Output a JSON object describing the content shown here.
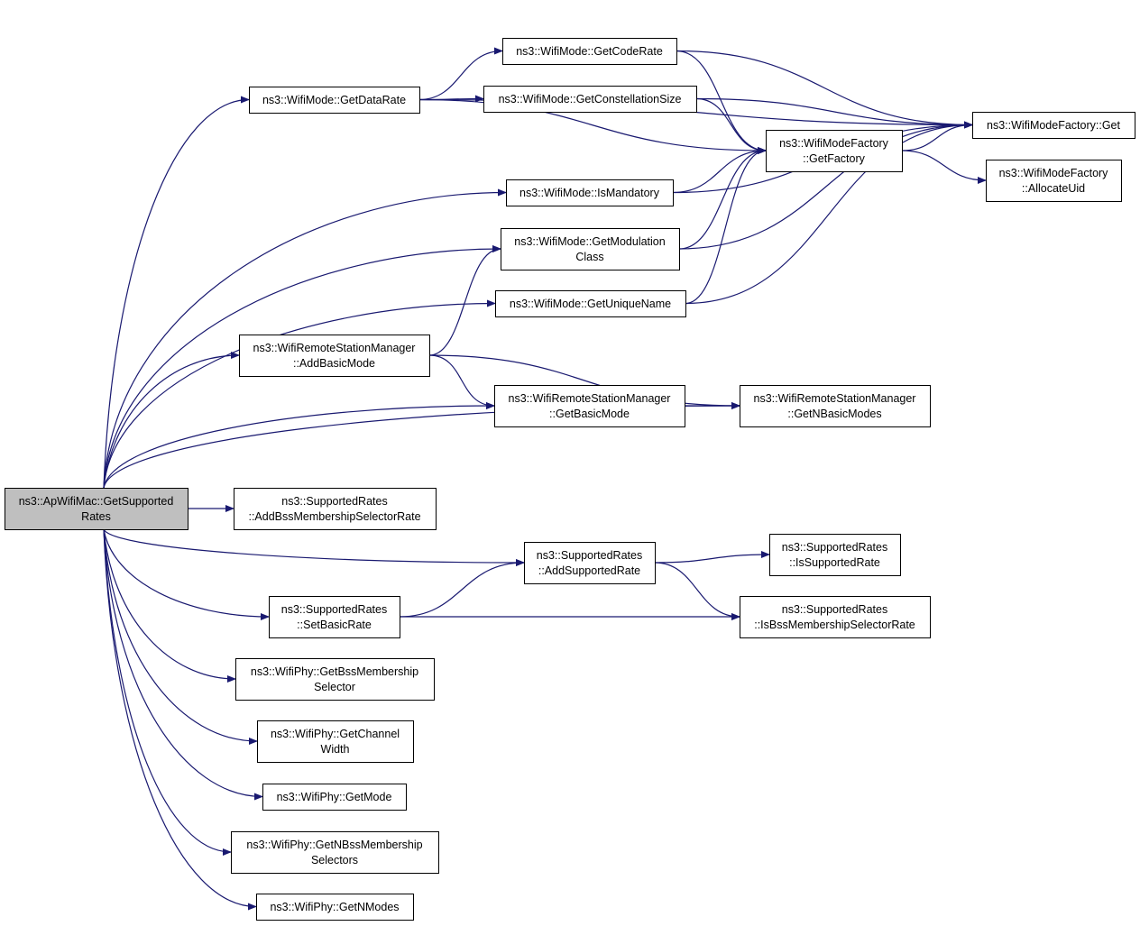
{
  "diagram": {
    "nodes": [
      {
        "id": "root",
        "lines": [
          "ns3::ApWifiMac::GetSupported",
          "Rates"
        ],
        "root": true
      },
      {
        "id": "getDataRate",
        "lines": [
          "ns3::WifiMode::GetDataRate"
        ]
      },
      {
        "id": "getCodeRate",
        "lines": [
          "ns3::WifiMode::GetCodeRate"
        ]
      },
      {
        "id": "getConstellationSize",
        "lines": [
          "ns3::WifiMode::GetConstellationSize"
        ]
      },
      {
        "id": "factoryGet",
        "lines": [
          "ns3::WifiModeFactory::Get"
        ]
      },
      {
        "id": "getFactory",
        "lines": [
          "ns3::WifiModeFactory",
          "::GetFactory"
        ]
      },
      {
        "id": "allocateUid",
        "lines": [
          "ns3::WifiModeFactory",
          "::AllocateUid"
        ]
      },
      {
        "id": "isMandatory",
        "lines": [
          "ns3::WifiMode::IsMandatory"
        ]
      },
      {
        "id": "getModulationClass",
        "lines": [
          "ns3::WifiMode::GetModulation",
          "Class"
        ]
      },
      {
        "id": "getUniqueName",
        "lines": [
          "ns3::WifiMode::GetUniqueName"
        ]
      },
      {
        "id": "addBasicMode",
        "lines": [
          "ns3::WifiRemoteStationManager",
          "::AddBasicMode"
        ]
      },
      {
        "id": "getBasicMode",
        "lines": [
          "ns3::WifiRemoteStationManager",
          "::GetBasicMode"
        ]
      },
      {
        "id": "getNBasicModes",
        "lines": [
          "ns3::WifiRemoteStationManager",
          "::GetNBasicModes"
        ]
      },
      {
        "id": "addBssSelector",
        "lines": [
          "ns3::SupportedRates",
          "::AddBssMembershipSelectorRate"
        ]
      },
      {
        "id": "addSupportedRate",
        "lines": [
          "ns3::SupportedRates",
          "::AddSupportedRate"
        ]
      },
      {
        "id": "isSupportedRate",
        "lines": [
          "ns3::SupportedRates",
          "::IsSupportedRate"
        ]
      },
      {
        "id": "setBasicRate",
        "lines": [
          "ns3::SupportedRates",
          "::SetBasicRate"
        ]
      },
      {
        "id": "isBssSelectorRate",
        "lines": [
          "ns3::SupportedRates",
          "::IsBssMembershipSelectorRate"
        ]
      },
      {
        "id": "getBssSelector",
        "lines": [
          "ns3::WifiPhy::GetBssMembership",
          "Selector"
        ]
      },
      {
        "id": "getChannelWidth",
        "lines": [
          "ns3::WifiPhy::GetChannel",
          "Width"
        ]
      },
      {
        "id": "getMode",
        "lines": [
          "ns3::WifiPhy::GetMode"
        ]
      },
      {
        "id": "getNBssSelectors",
        "lines": [
          "ns3::WifiPhy::GetNBssMembership",
          "Selectors"
        ]
      },
      {
        "id": "getNModes",
        "lines": [
          "ns3::WifiPhy::GetNModes"
        ]
      }
    ],
    "edges": [
      {
        "from": "root",
        "to": "getDataRate"
      },
      {
        "from": "root",
        "to": "isMandatory"
      },
      {
        "from": "root",
        "to": "getModulationClass"
      },
      {
        "from": "root",
        "to": "getUniqueName"
      },
      {
        "from": "root",
        "to": "addBasicMode"
      },
      {
        "from": "root",
        "to": "getBasicMode"
      },
      {
        "from": "root",
        "to": "getNBasicModes"
      },
      {
        "from": "root",
        "to": "addBssSelector"
      },
      {
        "from": "root",
        "to": "addSupportedRate"
      },
      {
        "from": "root",
        "to": "setBasicRate"
      },
      {
        "from": "root",
        "to": "getBssSelector"
      },
      {
        "from": "root",
        "to": "getChannelWidth"
      },
      {
        "from": "root",
        "to": "getMode"
      },
      {
        "from": "root",
        "to": "getNBssSelectors"
      },
      {
        "from": "root",
        "to": "getNModes"
      },
      {
        "from": "getDataRate",
        "to": "getCodeRate"
      },
      {
        "from": "getDataRate",
        "to": "getConstellationSize"
      },
      {
        "from": "getDataRate",
        "to": "getFactory"
      },
      {
        "from": "getDataRate",
        "to": "factoryGet"
      },
      {
        "from": "getCodeRate",
        "to": "factoryGet"
      },
      {
        "from": "getCodeRate",
        "to": "getFactory"
      },
      {
        "from": "getConstellationSize",
        "to": "factoryGet"
      },
      {
        "from": "getConstellationSize",
        "to": "getFactory"
      },
      {
        "from": "getFactory",
        "to": "factoryGet"
      },
      {
        "from": "getFactory",
        "to": "allocateUid"
      },
      {
        "from": "isMandatory",
        "to": "getFactory"
      },
      {
        "from": "isMandatory",
        "to": "factoryGet"
      },
      {
        "from": "getModulationClass",
        "to": "getFactory"
      },
      {
        "from": "getModulationClass",
        "to": "factoryGet"
      },
      {
        "from": "getUniqueName",
        "to": "getFactory"
      },
      {
        "from": "getUniqueName",
        "to": "factoryGet"
      },
      {
        "from": "addBasicMode",
        "to": "getModulationClass"
      },
      {
        "from": "addBasicMode",
        "to": "getBasicMode"
      },
      {
        "from": "addBasicMode",
        "to": "getNBasicModes"
      },
      {
        "from": "getBasicMode",
        "to": "getNBasicModes"
      },
      {
        "from": "addSupportedRate",
        "to": "isSupportedRate"
      },
      {
        "from": "addSupportedRate",
        "to": "isBssSelectorRate"
      },
      {
        "from": "setBasicRate",
        "to": "addSupportedRate"
      },
      {
        "from": "setBasicRate",
        "to": "isBssSelectorRate"
      }
    ]
  },
  "colors": {
    "edge": "#191970",
    "root_fill": "#bfbfbf",
    "node_fill": "#ffffff",
    "border": "#000000"
  }
}
